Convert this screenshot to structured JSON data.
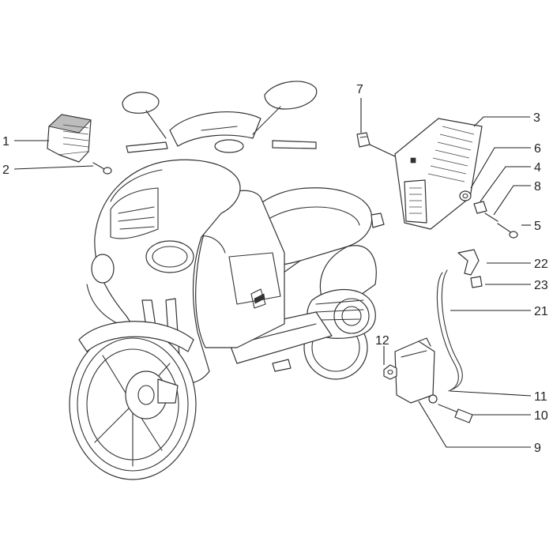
{
  "colors": {
    "line": "#222222",
    "background": "#ffffff"
  },
  "parts": [
    {
      "id": "p1",
      "label": "1"
    },
    {
      "id": "p2",
      "label": "2"
    },
    {
      "id": "p3",
      "label": "3"
    },
    {
      "id": "p4",
      "label": "4"
    },
    {
      "id": "p5",
      "label": "5"
    },
    {
      "id": "p6",
      "label": "6"
    },
    {
      "id": "p7",
      "label": "7"
    },
    {
      "id": "p8",
      "label": "8"
    },
    {
      "id": "p9",
      "label": "9"
    },
    {
      "id": "p10",
      "label": "10"
    },
    {
      "id": "p11",
      "label": "11"
    },
    {
      "id": "p12",
      "label": "12"
    },
    {
      "id": "p21",
      "label": "21"
    },
    {
      "id": "p22",
      "label": "22"
    },
    {
      "id": "p23",
      "label": "23"
    }
  ]
}
